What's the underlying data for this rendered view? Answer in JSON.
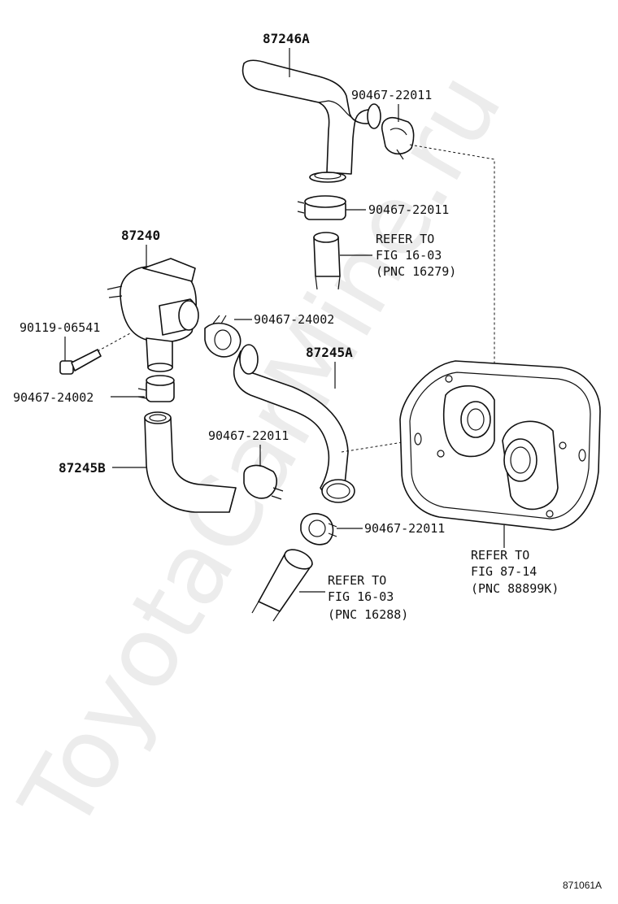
{
  "watermark": "ToyotaCarMine.ru",
  "figure_code": "871061A",
  "labels": {
    "hose_87246A": "87246A",
    "clamp_top_right": "90467-22011",
    "clamp_top_mid": "90467-22011",
    "refer_1": [
      "REFER TO",
      "FIG 16-03",
      "(PNC 16279)"
    ],
    "pump_87240": "87240",
    "bolt_90119": "90119-06541",
    "clamp_pump_right": "90467-24002",
    "clamp_pump_left": "90467-24002",
    "hose_87245A": "87245A",
    "clamp_mid": "90467-22011",
    "hose_87245B": "87245B",
    "clamp_lower": "90467-22011",
    "refer_2": [
      "REFER TO",
      "FIG 16-03",
      "(PNC 16288)"
    ],
    "refer_3": [
      "REFER TO",
      "FIG 87-14",
      "(PNC 88899K)"
    ]
  }
}
